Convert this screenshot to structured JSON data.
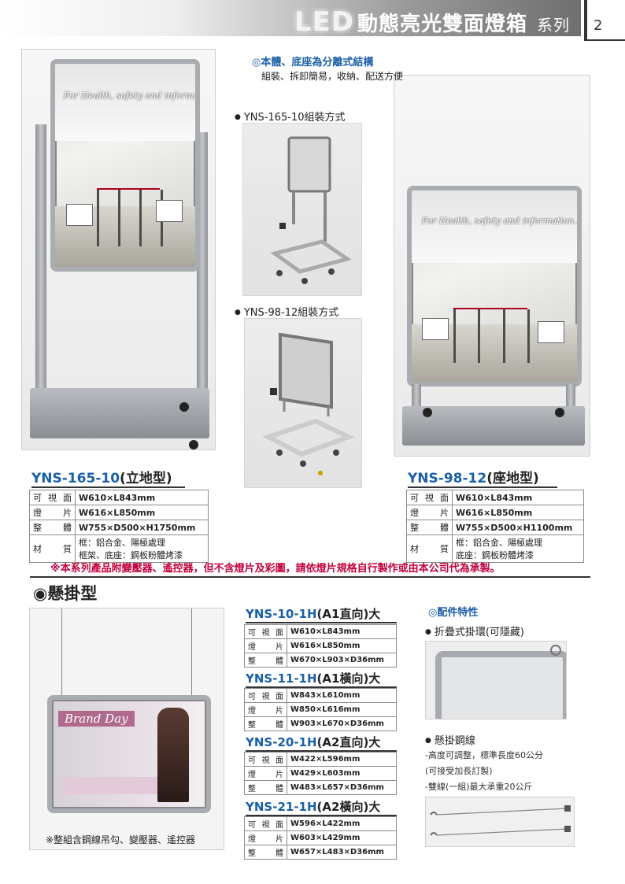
{
  "header": {
    "led": "LED",
    "title": "動態亮光雙面燈箱",
    "series": "系列",
    "page_number": "2"
  },
  "features": {
    "title": "◎本體、底座為分離式結構",
    "subtitle": "組裝、拆卸簡易，收納、配送方便"
  },
  "assembly": {
    "a": "YNS-165-10組裝方式",
    "b": "YNS-98-12組裝方式"
  },
  "poster_caption": "For Health, safety and information...",
  "models": [
    {
      "code": "YNS-165-10",
      "type": "(立地型)",
      "specs": [
        {
          "label": "可 視 面",
          "value": "W610×L843mm"
        },
        {
          "label": "燈 片",
          "value": "W616×L850mm"
        },
        {
          "label": "整 體",
          "value": "W755×D500×H1750mm"
        },
        {
          "label": "材 質",
          "value": "框：鋁合金、陽極處理",
          "value2": "框架、底座：鋼板粉體烤漆"
        }
      ]
    },
    {
      "code": "YNS-98-12",
      "type": "(座地型)",
      "specs": [
        {
          "label": "可 視 面",
          "value": "W610×L843mm"
        },
        {
          "label": "燈 片",
          "value": "W616×L850mm"
        },
        {
          "label": "整 體",
          "value": "W755×D500×H1100mm"
        },
        {
          "label": "材 質",
          "value": "框：鋁合金、陽極處理",
          "value2": "底座：鋼板粉體烤漆"
        }
      ]
    }
  ],
  "note": "※本系列產品附變壓器、遙控器，但不含燈片及彩圖，請依燈片規格自行製作或由本公司代為承製。",
  "hanging": {
    "title": "◉懸掛型",
    "photo_caption": "Brand Day",
    "note": "※整組含鋼線吊勾、變壓器、遙控器",
    "models": [
      {
        "code": "YNS-10-1H",
        "type": "(A1直向)大",
        "specs": [
          {
            "label": "可 視 面",
            "value": "W610×L843mm"
          },
          {
            "label": "燈 片",
            "value": "W616×L850mm"
          },
          {
            "label": "整 體",
            "value": "W670×L903×D36mm"
          }
        ]
      },
      {
        "code": "YNS-11-1H",
        "type": "(A1橫向)大",
        "specs": [
          {
            "label": "可 視 面",
            "value": "W843×L610mm"
          },
          {
            "label": "燈 片",
            "value": "W850×L616mm"
          },
          {
            "label": "整 體",
            "value": "W903×L670×D36mm"
          }
        ]
      },
      {
        "code": "YNS-20-1H",
        "type": "(A2直向)大",
        "specs": [
          {
            "label": "可 視 面",
            "value": "W422×L596mm"
          },
          {
            "label": "燈 片",
            "value": "W429×L603mm"
          },
          {
            "label": "整 體",
            "value": "W483×L657×D36mm"
          }
        ]
      },
      {
        "code": "YNS-21-1H",
        "type": "(A2橫向)大",
        "specs": [
          {
            "label": "可 視 面",
            "value": "W596×L422mm"
          },
          {
            "label": "燈 片",
            "value": "W603×L429mm"
          },
          {
            "label": "整 體",
            "value": "W657×L483×D36mm"
          }
        ]
      }
    ]
  },
  "accessories": {
    "title": "◎配件特性",
    "item1": "折疊式掛環(可隱藏)",
    "item2": "懸掛鋼線",
    "lines": [
      "-高度可調整，標準長度60公分",
      "(可接受加長訂製)",
      "-雙線(一組)最大承重20公斤"
    ]
  }
}
